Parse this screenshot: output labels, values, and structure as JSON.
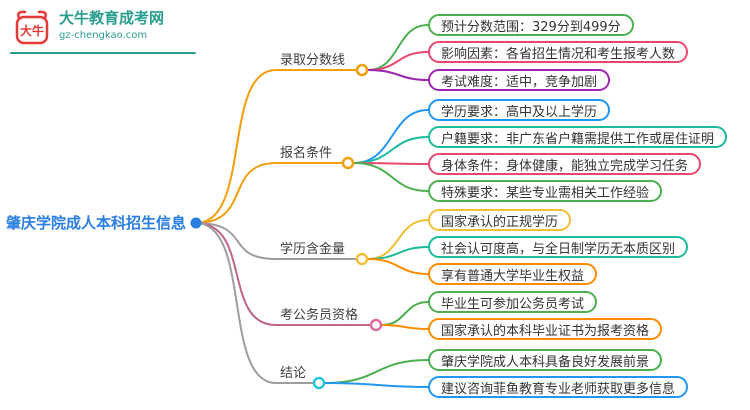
{
  "header": {
    "logo_icon": "daniu-bull-logo",
    "site_name": "大牛教育成考网",
    "site_url": "gz-chengkao.com",
    "brand_color": "#2a9d8f",
    "logo_color": "#e53935"
  },
  "root": {
    "label": "肇庆学院成人本科招生信息",
    "color": "#2a7de1"
  },
  "branches": [
    {
      "label": "录取分数线",
      "line_color": "#f59e0b",
      "circle_color": "#f59e0b",
      "children": [
        {
          "text": "预计分数范围：329分到499分",
          "color": "#4caf50"
        },
        {
          "text": "影响因素：各省招生情况和考生报考人数",
          "color": "#e8486d"
        },
        {
          "text": "考试难度：适中，竞争加剧",
          "color": "#9c27b0"
        }
      ]
    },
    {
      "label": "报名条件",
      "line_color": "#f59e0b",
      "circle_color": "#f59e0b",
      "children": [
        {
          "text": "学历要求：高中及以上学历",
          "color": "#2196f3"
        },
        {
          "text": "户籍要求：非广东省户籍需提供工作或居住证明",
          "color": "#1abc9c"
        },
        {
          "text": "身体条件：身体健康，能独立完成学习任务",
          "color": "#e8486d"
        },
        {
          "text": "特殊要求：某些专业需相关工作经验",
          "color": "#4caf50"
        }
      ]
    },
    {
      "label": "学历含金量",
      "line_color": "#9e9e9e",
      "circle_color": "#f2c037",
      "children": [
        {
          "text": "国家承认的正规学历",
          "color": "#f2c037"
        },
        {
          "text": "社会认可度高，与全日制学历无本质区别",
          "color": "#1abc9c"
        },
        {
          "text": "享有普通大学毕业生权益",
          "color": "#fb8c00"
        }
      ]
    },
    {
      "label": "考公务员资格",
      "line_color": "#c2638b",
      "circle_color": "#e06c9f",
      "children": [
        {
          "text": "毕业生可参加公务员考试",
          "color": "#4caf50"
        },
        {
          "text": "国家承认的本科毕业证书为报考资格",
          "color": "#fb8c00"
        }
      ]
    },
    {
      "label": "结论",
      "line_color": "#9e9e9e",
      "circle_color": "#26c6da",
      "children": [
        {
          "text": "肇庆学院成人本科具备良好发展前景",
          "color": "#4caf50"
        },
        {
          "text": "建议咨询菲鱼教育专业老师获取更多信息",
          "color": "#2196f3"
        }
      ]
    }
  ]
}
